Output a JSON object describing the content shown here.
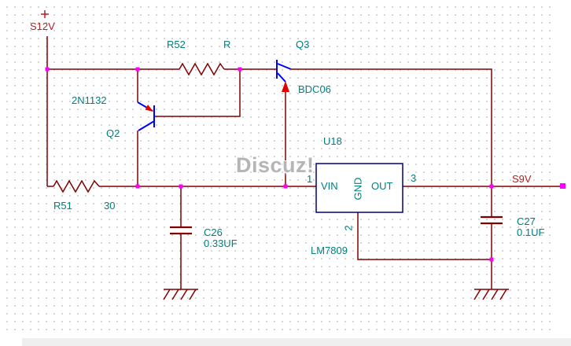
{
  "colors": {
    "wire": "#800000",
    "component_text": "#008080",
    "power_text": "#b22222",
    "junction": "#ff00ff",
    "transistor_outline": "#0000ff",
    "arrow": "#e00000",
    "ic_box": "#000080",
    "watermark": "#b5b5b5",
    "grid_dot": "#d2d2d2",
    "canvas_bg": "#ffffff",
    "scrollbar_band": "#efefef"
  },
  "watermark": {
    "text": "Discuz!"
  },
  "schematic": {
    "power": {
      "input_label": "S12V",
      "output_label": "S9V"
    },
    "r52": {
      "ref": "R52",
      "value": "R"
    },
    "q3": {
      "ref": "Q3",
      "part": "BDC06"
    },
    "q2": {
      "ref": "Q2",
      "part": "2N1132"
    },
    "r51": {
      "ref": "R51",
      "value": "30"
    },
    "c26": {
      "ref": "C26",
      "value": "0.33UF"
    },
    "c27": {
      "ref": "C27",
      "value": "0.1UF"
    },
    "u18": {
      "ref": "U18",
      "part": "LM7809",
      "pin_vin": "VIN",
      "pin_gnd": "GND",
      "pin_out": "OUT",
      "pin1": "1",
      "pin2": "2",
      "pin3": "3"
    }
  }
}
